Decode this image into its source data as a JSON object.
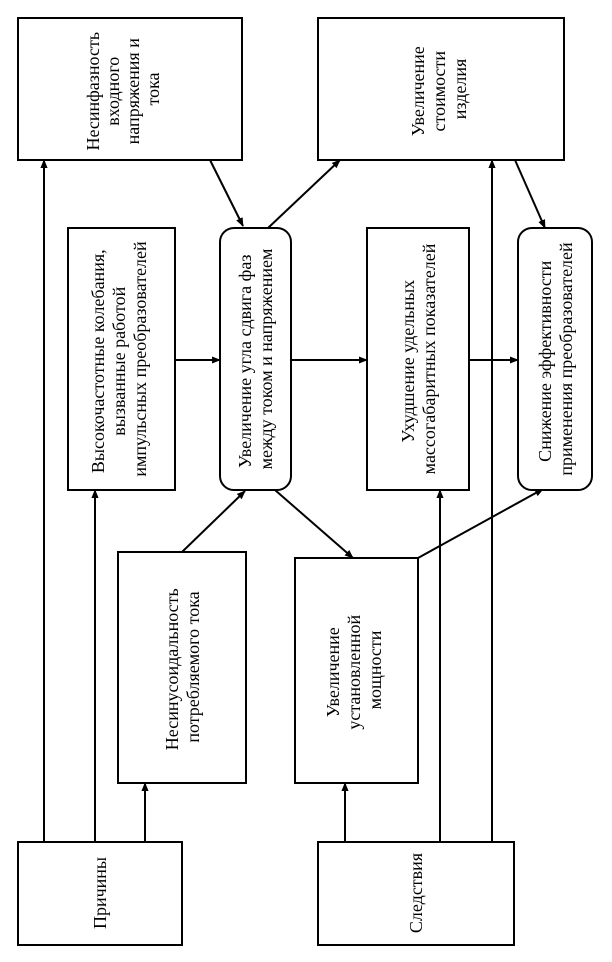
{
  "nodes": {
    "prichiny": [
      "Причины"
    ],
    "sledstviya": [
      "Следствия"
    ],
    "nesinfaznost": [
      "Несинфазность",
      "входного",
      "напряжения и",
      "тока"
    ],
    "vch": [
      "Высокочастотные колебания,",
      "вызванные работой",
      "импульсных преобразователей"
    ],
    "nesinus": [
      "Несинусоидальность",
      "потребляемого тока"
    ],
    "ugol": [
      "Увеличение угла сдвига фаз",
      "между током и напряжением"
    ],
    "stoimost": [
      "Увеличение",
      "стоимости",
      "изделия"
    ],
    "massogab": [
      "Ухудшение удельных",
      "массогабаритных показателей"
    ],
    "moshnost": [
      "Увеличение",
      "установленной",
      "мощности"
    ],
    "effektivnost": [
      "Снижение эффективности",
      "применения преобразователей"
    ]
  }
}
